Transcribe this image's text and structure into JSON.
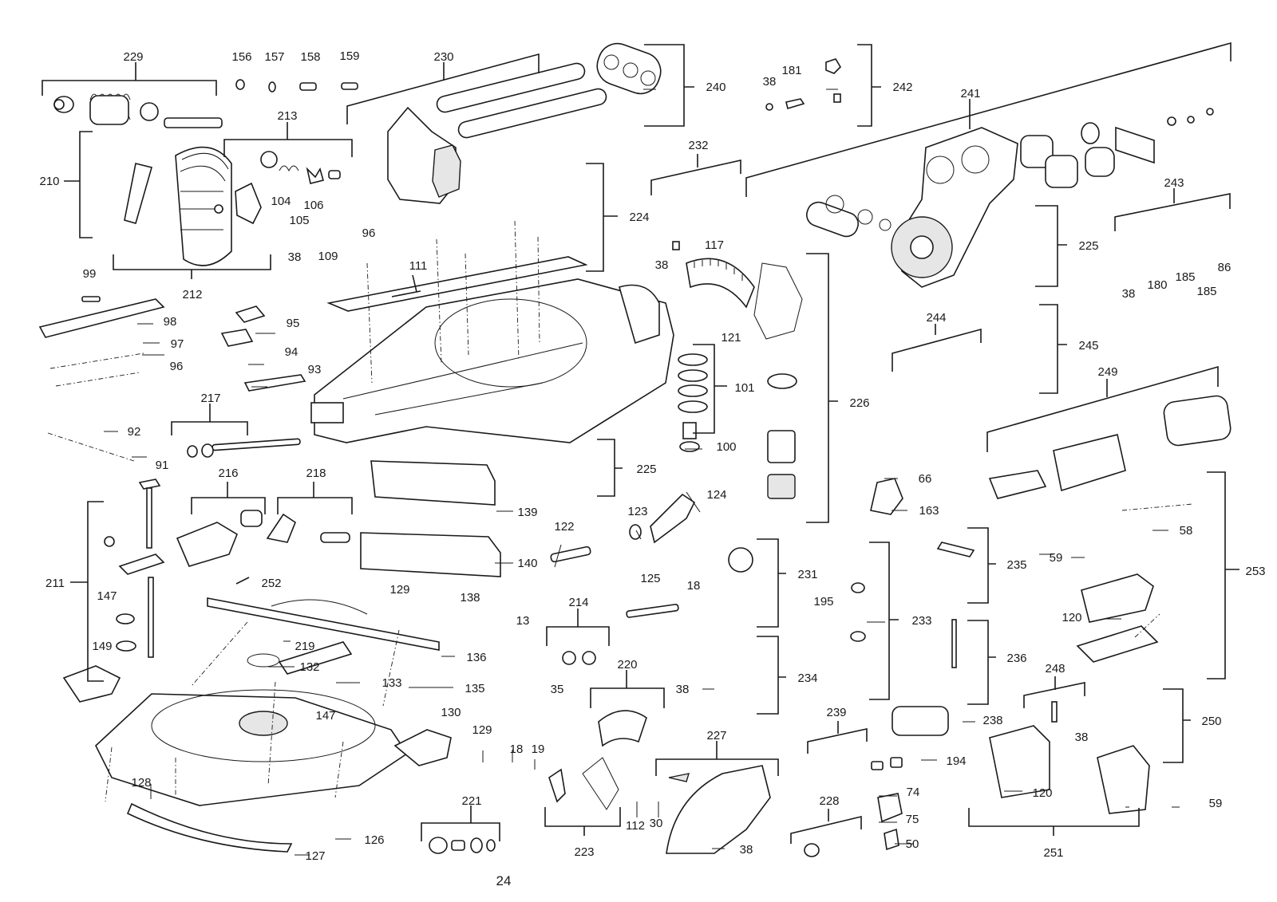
{
  "labels": {
    "229": "229",
    "156": "156",
    "157": "157",
    "158": "158",
    "159": "159",
    "230": "230",
    "240": "240",
    "38_181": "38",
    "181": "181",
    "242": "242",
    "241": "241",
    "213": "213",
    "210": "210",
    "104": "104",
    "106": "106",
    "105": "105",
    "212": "212",
    "224": "224",
    "232": "232",
    "243": "243",
    "225_upper": "225",
    "96_top": "96",
    "111": "111",
    "117": "117",
    "38_121": "38",
    "121": "121",
    "99": "99",
    "98": "98",
    "38_109": "38",
    "109": "109",
    "95": "95",
    "97": "97",
    "96_left": "96",
    "94": "94",
    "93": "93",
    "101": "101",
    "226": "226",
    "244": "244",
    "245": "245",
    "38_186": "38",
    "180": "180",
    "185_a": "185",
    "185_b": "185",
    "86": "86",
    "217": "217",
    "92": "92",
    "91": "91",
    "100": "100",
    "249": "249",
    "225_lower": "225",
    "66": "66",
    "216": "216",
    "218": "218",
    "139": "139",
    "163": "163",
    "122": "122",
    "123": "123",
    "124": "124",
    "58": "58",
    "211": "211",
    "140": "140",
    "59_right": "59",
    "235": "235",
    "253": "253",
    "252": "252",
    "147_left": "147",
    "129_top": "129",
    "18_mid": "18",
    "231": "231",
    "125": "125",
    "138": "138",
    "195": "195",
    "120_top": "120",
    "214": "214",
    "233": "233",
    "13": "13",
    "219": "219",
    "149": "149",
    "136": "136",
    "132": "132",
    "133": "133",
    "236": "236",
    "220": "220",
    "135": "135",
    "35": "35",
    "38_234": "38",
    "234": "234",
    "248": "248",
    "147_bottom": "147",
    "239": "239",
    "238": "238",
    "250": "250",
    "130": "130",
    "227": "227",
    "38_251": "38",
    "129_bottom": "129",
    "18_bottom": "18",
    "19": "19",
    "194": "194",
    "128": "128",
    "120_bottom": "120",
    "74": "74",
    "59_bottom": "59",
    "221": "221",
    "228": "228",
    "30": "30",
    "112": "112",
    "75": "75",
    "126": "126",
    "50": "50",
    "127": "127",
    "223": "223",
    "38_bottom": "38",
    "251": "251",
    "24": "24"
  },
  "colors": {
    "line": "#1a1a1a",
    "background": "#ffffff",
    "part_shade": "#e6e6e6"
  }
}
